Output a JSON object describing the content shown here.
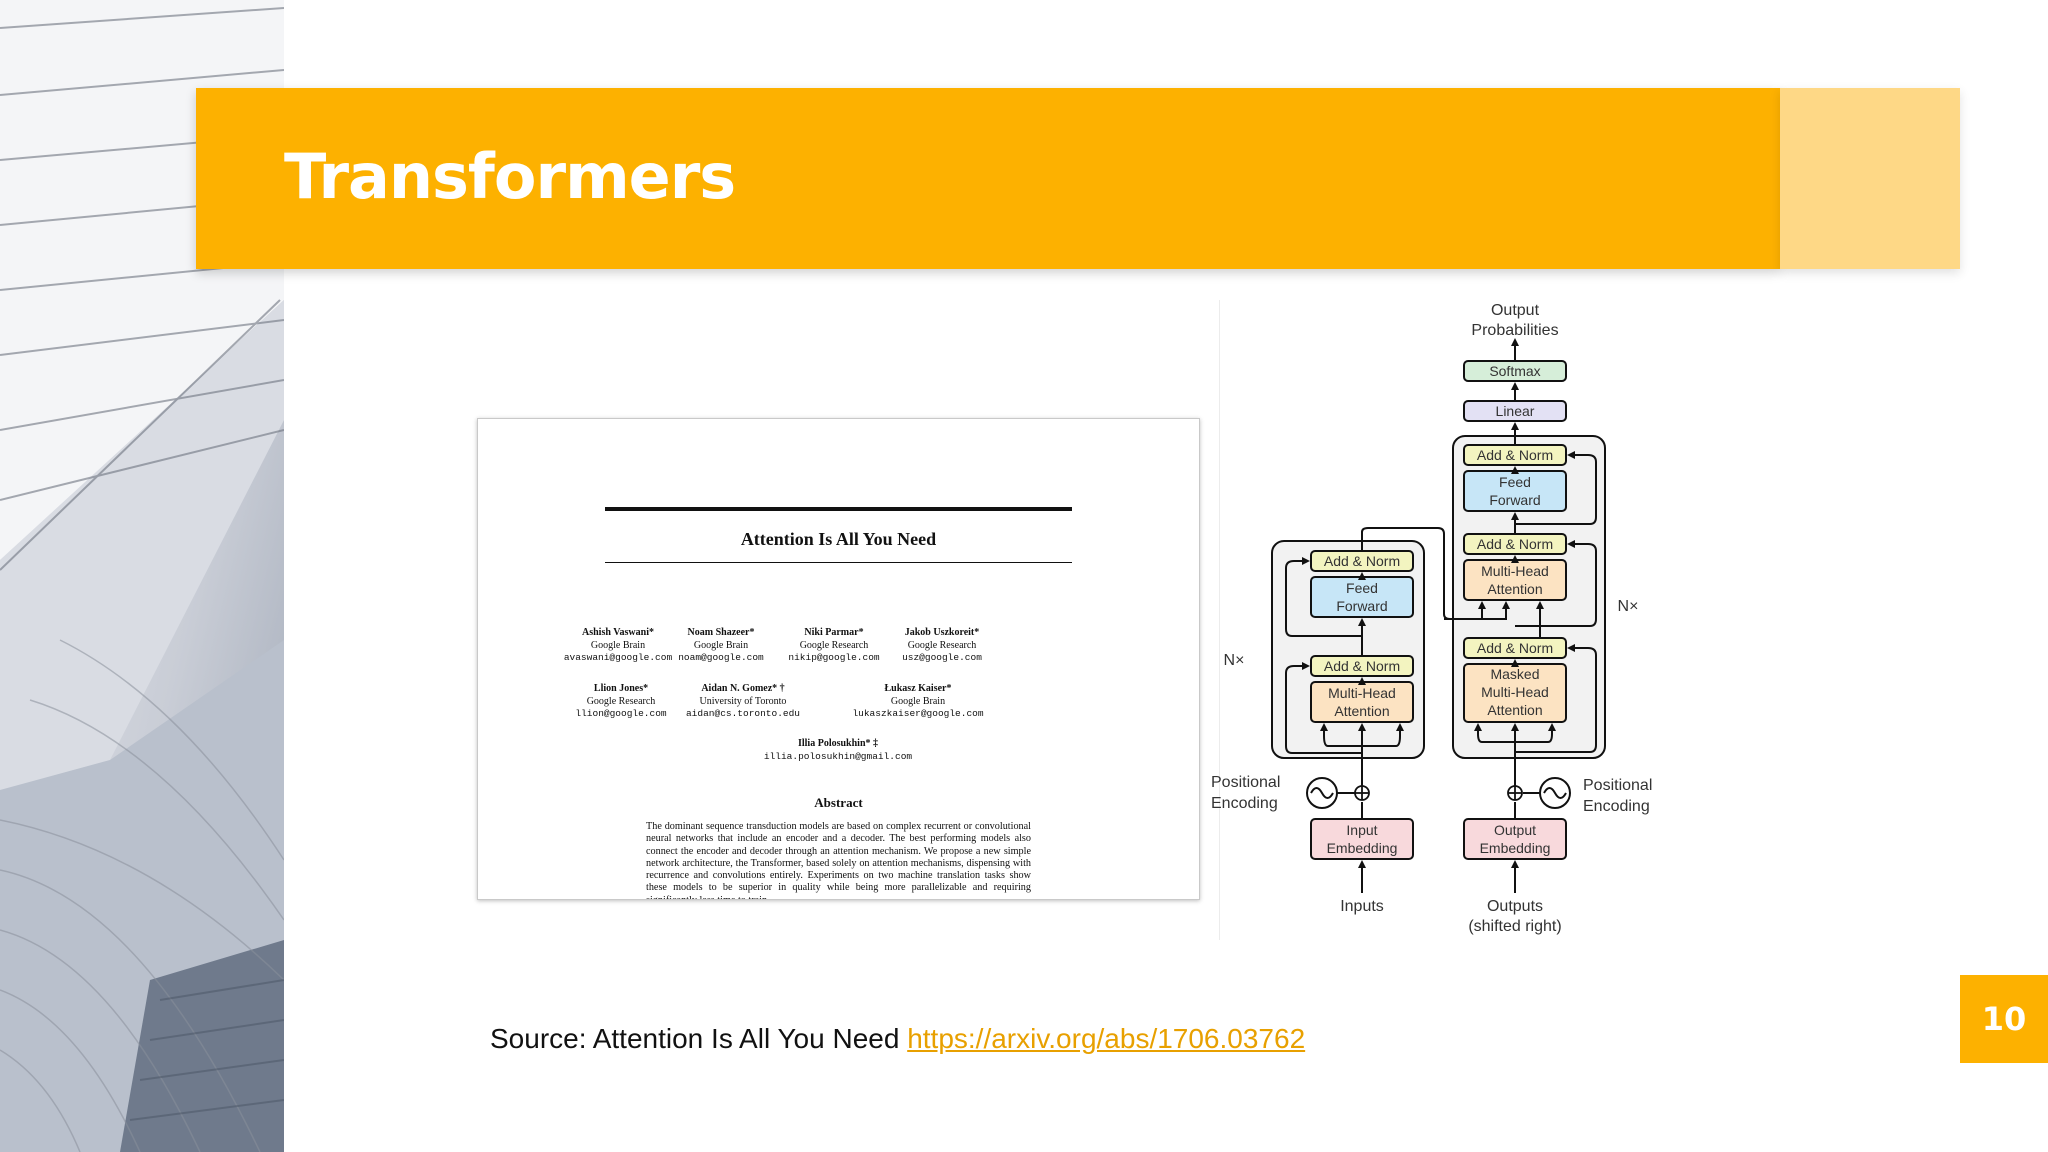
{
  "slide": {
    "title": "Transformers",
    "page_number": "10",
    "source_prefix": "Source: Attention Is All You Need",
    "source_link": "https://arxiv.org/abs/1706.03762",
    "accent_color": "#FDB100",
    "accent_light_color": "#FED886"
  },
  "paper": {
    "title": "Attention Is All You Need",
    "authors": [
      {
        "name": "Ashish Vaswani*",
        "affiliation": "Google Brain",
        "email": "avaswani@google.com"
      },
      {
        "name": "Noam Shazeer*",
        "affiliation": "Google Brain",
        "email": "noam@google.com"
      },
      {
        "name": "Niki Parmar*",
        "affiliation": "Google Research",
        "email": "nikip@google.com"
      },
      {
        "name": "Jakob Uszkoreit*",
        "affiliation": "Google Research",
        "email": "usz@google.com"
      },
      {
        "name": "Llion Jones*",
        "affiliation": "Google Research",
        "email": "llion@google.com"
      },
      {
        "name": "Aidan N. Gomez* †",
        "affiliation": "University of Toronto",
        "email": "aidan@cs.toronto.edu"
      },
      {
        "name": "Łukasz Kaiser*",
        "affiliation": "Google Brain",
        "email": "lukaszkaiser@google.com"
      },
      {
        "name": "Illia Polosukhin* ‡",
        "affiliation": "",
        "email": "illia.polosukhin@gmail.com"
      }
    ],
    "abstract_heading": "Abstract",
    "abstract_text": "The dominant sequence transduction models are based on complex recurrent or convolutional neural networks that include an encoder and a decoder. The best performing models also connect the encoder and decoder through an attention mechanism. We propose a new simple network architecture, the Transformer, based solely on attention mechanisms, dispensing with recurrence and convolutions entirely. Experiments on two machine translation tasks show these models to be superior in quality while being more parallelizable and requiring significantly less time to train."
  },
  "diagram": {
    "output_probabilities": [
      "Output",
      "Probabilities"
    ],
    "softmax": "Softmax",
    "linear": "Linear",
    "add_norm": "Add & Norm",
    "feed_forward": [
      "Feed",
      "Forward"
    ],
    "multi_head_attention": [
      "Multi-Head",
      "Attention"
    ],
    "masked_multi_head_attention": [
      "Masked",
      "Multi-Head",
      "Attention"
    ],
    "nx": "N×",
    "positional_encoding": [
      "Positional",
      "Encoding"
    ],
    "input_embedding": [
      "Input",
      "Embedding"
    ],
    "output_embedding": [
      "Output",
      "Embedding"
    ],
    "inputs": "Inputs",
    "outputs": [
      "Outputs",
      "(shifted right)"
    ],
    "colors": {
      "add_norm": "#F3F4C0",
      "feed_forward": "#C7E6F7",
      "attention": "#FCE3C2",
      "embedding": "#F8D9DC",
      "softmax": "#D6EED9",
      "linear": "#E3E1F4",
      "stack": "#F2F2F2"
    }
  }
}
